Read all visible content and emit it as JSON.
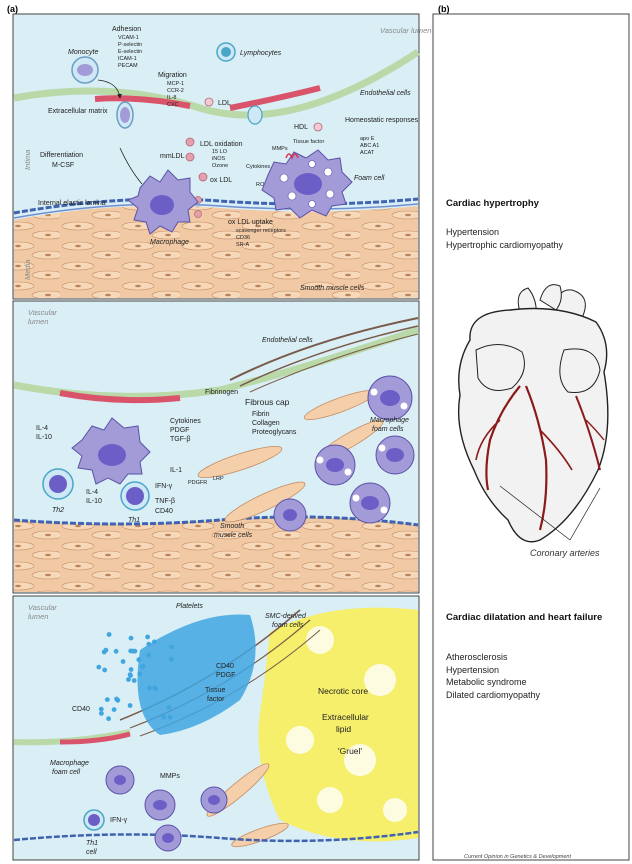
{
  "panels": {
    "a": "(a)",
    "b": "(b)"
  },
  "tissue": {
    "vascular_lumen": "Vascular lumen",
    "intima": "Intima",
    "media": "Media",
    "endothelial_cells": "Endothelial cells",
    "smooth_muscle_cells": "Smooth muscle cells"
  },
  "panel1": {
    "monocyte": "Monocyte",
    "adhesion_title": "Adhesion",
    "adhesion_items": [
      "VCAM-1",
      "P-selectin",
      "E-selectin",
      "ICAM-1",
      "PECAM"
    ],
    "lymphocytes": "Lymphocytes",
    "migration_title": "Migration",
    "migration_items": [
      "MCP-1",
      "CCR-2",
      "IL-8",
      "CXC"
    ],
    "ldl": "LDL",
    "extracellular_matrix": "Extracellular matrix",
    "hdl": "HDL",
    "homeostatic_title": "Homeostatic responses",
    "homeostatic_items": [
      "apo E",
      "ABC A1",
      "ACAT"
    ],
    "ldl_oxidation_title": "LDL oxidation",
    "ldl_oxidation_items": [
      "15 LO",
      "iNOS",
      "Ozone"
    ],
    "mmldl": "mmLDL",
    "ox_ldl": "ox LDL",
    "mmps": "MMPs",
    "tissue_factor": "Tissue factor",
    "cytokines": "Cytokines",
    "ros": "ROS",
    "differentiation": "Differentiation",
    "mcsf": "M-CSF",
    "foam_cell": "Foam cell",
    "internal_elastic_lamina": "Internal elastic lamina",
    "uptake_title": "ox LDL uptake",
    "uptake_items": [
      "scavenger receptors",
      "CD36",
      "SR-A"
    ],
    "macrophage": "Macrophage"
  },
  "panel2": {
    "fibrinogen": "Fibrinogen",
    "fibrous_cap": "Fibrous cap",
    "fibrous_cap_items": [
      "Fibrin",
      "Collagen",
      "Proteoglycans"
    ],
    "il4_il10_a": [
      "IL-4",
      "IL-10"
    ],
    "cytokines_list": [
      "Cytokines",
      "PDGF",
      "TGF-β"
    ],
    "macrophage_foam_cells": "Macrophage foam cells",
    "il1": "IL-1",
    "ifn_gamma": "IFN-γ",
    "tnf_beta": "TNF-β",
    "cd40": "CD40",
    "pdgfr": "PDGFR",
    "lrp": "LRP",
    "th2": "Th2",
    "th1": "Th1",
    "il4_il10_b": [
      "IL-4",
      "IL-10"
    ],
    "smooth_muscle_cells": "Smooth muscle cells"
  },
  "panel3": {
    "platelets": "Platelets",
    "smc_foam": "SMC-derived foam cells",
    "cd40": "CD40",
    "cd40_pdgf": [
      "CD40",
      "PDGF"
    ],
    "tissue_factor": "Tissue factor",
    "necrotic_core": "Necrotic core",
    "extracellular_lipid": "Extracellular lipid",
    "gruel": "'Gruel'",
    "macrophage_foam_cell": "Macrophage foam cell",
    "mmps": "MMPs",
    "ifn_gamma": "IFN-γ",
    "th1_cell": "Th1 cell"
  },
  "right": {
    "section1_title": "Cardiac hypertrophy",
    "section1_items": [
      "Hypertension",
      "Hypertrophic cardiomyopathy"
    ],
    "coronary_arteries": "Coronary arteries",
    "section2_title": "Cardiac dilatation and heart failure",
    "section2_items": [
      "Atherosclerosis",
      "Hypertension",
      "Metabolic syndrome",
      "Dilated cardiomyopathy"
    ],
    "footer": "Current Opinion in Genetics & Development"
  },
  "colors": {
    "lumen": "#d9eef5",
    "media": "#f2c9a5",
    "smc": "#f4cfa9",
    "macrophage": "#a39ad8",
    "nucleus": "#6b5fc7",
    "endothelium_green": "#b9d9a8",
    "endothelium_red": "#d9536a",
    "platelet": "#41a6e0",
    "necrotic": "#f5ef6b",
    "artery": "#8b1a1a"
  }
}
